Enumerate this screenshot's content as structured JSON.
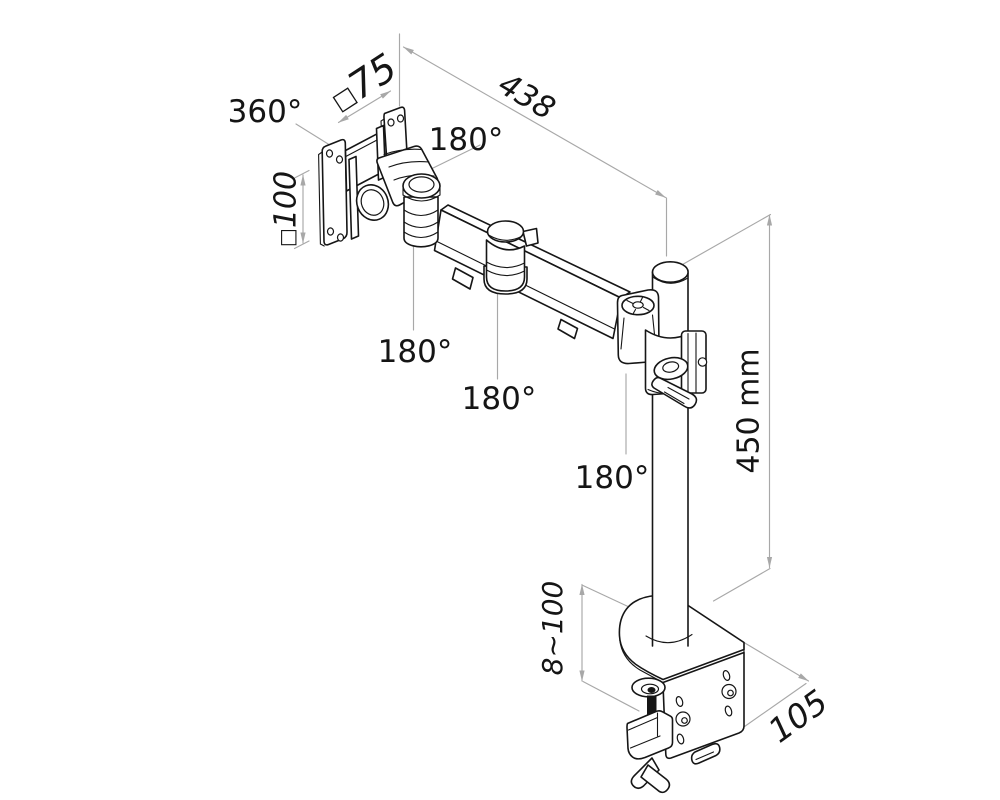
{
  "figure": {
    "type": "technical-line-drawing",
    "subject": "single monitor desk-mount arm with pole and desk clamp",
    "background_color": "#ffffff",
    "line_color": "#161616",
    "dimension_line_color": "#a8a8a8"
  },
  "labels": {
    "vesa_rotation": "360°",
    "vesa_width": {
      "square": "□",
      "value": "75"
    },
    "arm_length": "438",
    "swivel_joint_1": "180°",
    "swivel_joint_2": "180°",
    "swivel_joint_3": "180°",
    "swivel_joint_4": "180°",
    "vesa_height": {
      "square": "□",
      "value": "100"
    },
    "pole_height": "450 mm",
    "clamp_range": "8~100",
    "clamp_depth": "105"
  }
}
